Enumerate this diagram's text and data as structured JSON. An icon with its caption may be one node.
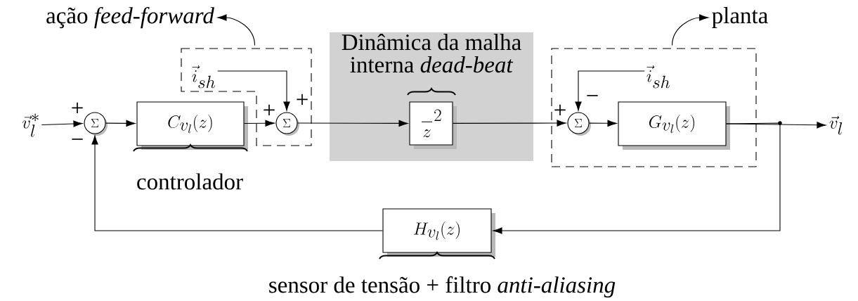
{
  "diagram": {
    "nodes": [
      {
        "text": [
          "\\vec{v}_l^*"
        ]
      },
      {
        "text": [
          "\\Sigma"
        ]
      },
      {
        "text": [
          "C_{v_l}(z)"
        ],
        "beside": [
          "controlador"
        ]
      },
      {
        "text": [],
        "shape": "box"
      },
      {
        "text": [
          "ação *feed-forward*"
        ]
      },
      {
        "text": [
          "\\vec{i}_{sh}"
        ],
        "in": 3
      },
      {
        "text": [
          "\\Sigma"
        ],
        "in": 3
      },
      {
        "text": [
          "Dinâmica da malha interna *dead-beat*"
        ]
      },
      {
        "text": [
          "\\overset{-}{z}^{2}"
        ],
        "in": 7
      },
      {
        "text": [],
        "shape": "box"
      },
      {
        "text": [
          "planta"
        ]
      },
      {
        "text": [
          "\\vec{i}_{sh}"
        ],
        "in": 9
      },
      {
        "text": [
          "\\Sigma"
        ],
        "in": 9
      },
      {
        "text": [
          "G_{v_l}(z)"
        ],
        "in": 9
      },
      {
        "text": [
          "\\vec{v}_l"
        ]
      },
      {
        "text": [
          "H_{v_l}(z)"
        ],
        "beside": [
          "sensor de tensão + filtro *anti-aliasing*"
        ]
      }
    ],
    "edges": [
      {
        "from": 0,
        "to": 1,
        "arrow": "to"
      },
      {
        "from": 1,
        "to": 2,
        "arrow": "to"
      },
      {
        "from": 2,
        "to": 6,
        "arrow": "to"
      },
      {
        "from": 5,
        "to": 6,
        "arrow": "to"
      },
      {
        "from": 6,
        "to": 8,
        "arrow": "to"
      },
      {
        "from": 8,
        "to": 12,
        "arrow": "to"
      },
      {
        "from": 11,
        "to": 12,
        "arrow": "to"
      },
      {
        "from": 12,
        "to": 13,
        "arrow": "to"
      },
      {
        "from": 13,
        "to": 14,
        "arrow": "to"
      },
      {
        "from": 13,
        "to": 15,
        "arrow": "to"
      },
      {
        "from": 15,
        "to": 1,
        "arrow": "to"
      },
      {
        "from": 3,
        "to": 4,
        "arrow": "to"
      },
      {
        "from": 9,
        "to": 10,
        "arrow": "to"
      }
    ],
    "labels": [
      "+",
      "−",
      "+",
      "+",
      "+",
      "−"
    ]
  }
}
